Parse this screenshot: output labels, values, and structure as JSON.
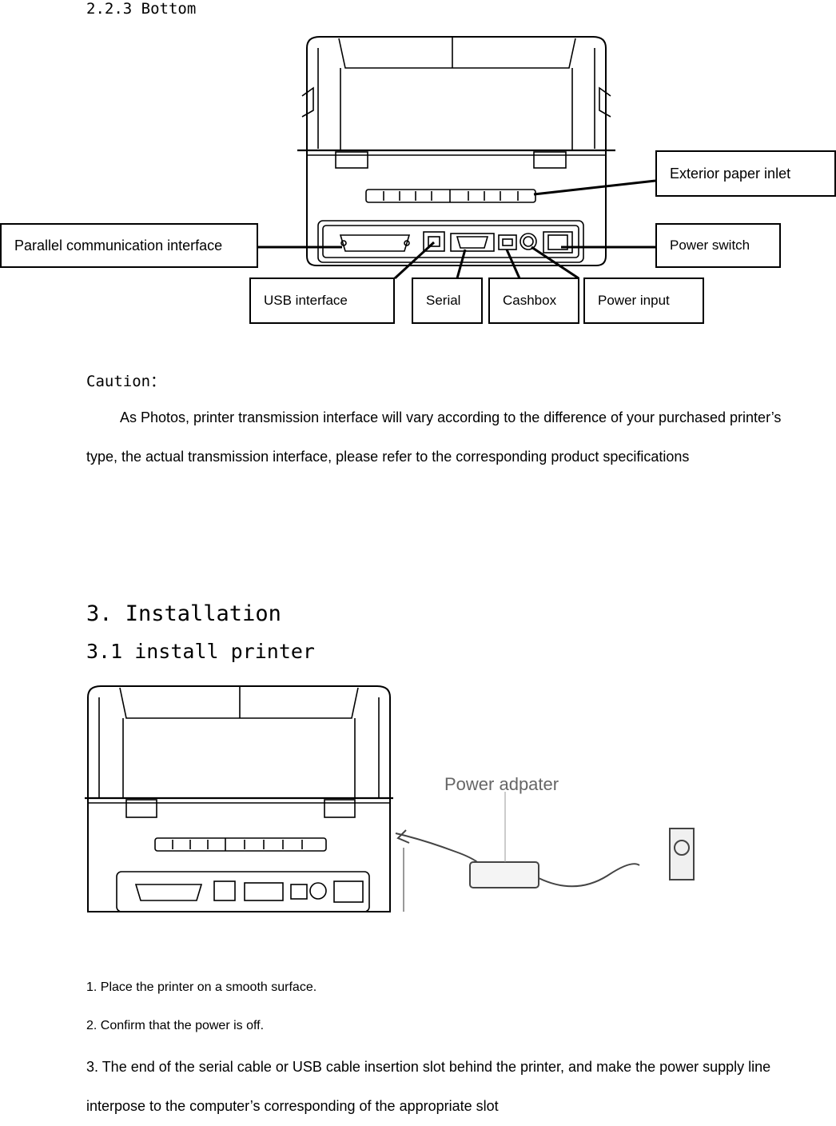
{
  "section_223": {
    "title": "2.2.3 Bottom"
  },
  "callouts": {
    "exterior_paper_inlet": "Exterior paper inlet",
    "parallel": "Parallel communication interface",
    "power_switch": "Power switch",
    "usb": "USB interface",
    "serial": "Serial",
    "cashbox": "Cashbox",
    "power_input": "Power input"
  },
  "caution": {
    "label": "Caution：",
    "text": "As Photos, printer transmission interface will vary according to the difference of your purchased printer’s type, the actual transmission interface, please refer to the corresponding product specifications"
  },
  "section_3": {
    "title": "3. Installation"
  },
  "section_31": {
    "title": "3.1 install printer"
  },
  "figure2": {
    "adapter_label": "Power adpater"
  },
  "steps": [
    {
      "num": "1.",
      "text": " Place the printer on a smooth surface."
    },
    {
      "num": "2.",
      "text": " Confirm that the power is off."
    },
    {
      "num": "3.",
      "text": "  The end of the serial cable or USB cable insertion slot behind the printer, and make the power supply line interpose to the computer’s corresponding of the appropriate slot"
    }
  ]
}
